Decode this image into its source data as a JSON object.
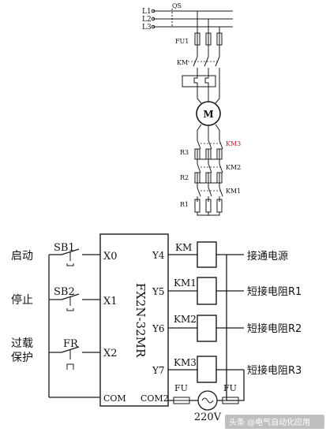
{
  "power_circuit": {
    "phase_labels": [
      "L1",
      "L2",
      "L3"
    ],
    "qs_label": "QS",
    "fu_label": "FU1",
    "km_label": "KM",
    "motor_label": "M",
    "km3_label": "KM3",
    "km2_label": "KM2",
    "km1_label": "KM1",
    "r3_label": "R3",
    "r2_label": "R2",
    "r1_label": "R1"
  },
  "control_circuit": {
    "inputs": [
      {
        "label": "启动",
        "switch": "SB1",
        "terminal": "X0"
      },
      {
        "label": "停止",
        "switch": "SB2",
        "terminal": "X1"
      },
      {
        "label_line1": "过载",
        "label_line2": "保护",
        "switch": "FR",
        "terminal": "X2"
      }
    ],
    "com_left": "COM",
    "plc_model": "FX2N-32MR",
    "outputs": [
      {
        "terminal": "Y4",
        "coil": "KM",
        "desc": "接通电源"
      },
      {
        "terminal": "Y5",
        "coil": "KM1",
        "desc": "短接电阻R1"
      },
      {
        "terminal": "Y6",
        "coil": "KM2",
        "desc": "短接电阻R2"
      },
      {
        "terminal": "Y7",
        "coil": "KM3",
        "desc": "短接电阻R3"
      }
    ],
    "com_right": "COM2",
    "fuse_left": "FU",
    "fuse_right": "FU",
    "supply": "220V"
  },
  "watermark": "头条 @电气自动化应用"
}
